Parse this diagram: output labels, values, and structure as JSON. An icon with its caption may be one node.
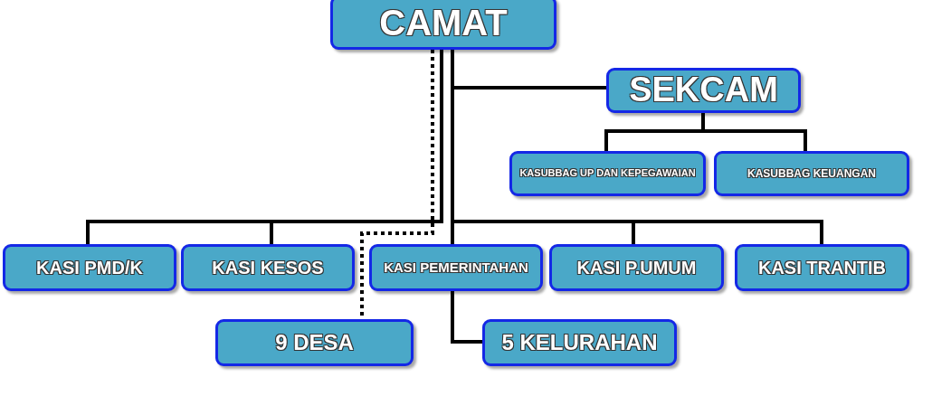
{
  "diagram": {
    "nodes": [
      {
        "text": [
          "CAMAT"
        ]
      },
      {
        "text": [
          "SEKCAM"
        ]
      },
      {
        "text": [
          "KASUBBAG UP DAN KEPEGAWAIAN"
        ]
      },
      {
        "text": [
          "KASUBBAG KEUANGAN"
        ]
      },
      {
        "text": [
          "KASI PMD/K"
        ]
      },
      {
        "text": [
          "KASI KESOS"
        ]
      },
      {
        "text": [
          "KASI PEMERINTAHAN"
        ]
      },
      {
        "text": [
          "KASI P.UMUM"
        ]
      },
      {
        "text": [
          "KASI TRANTIB"
        ]
      },
      {
        "text": [
          "9 DESA"
        ]
      },
      {
        "text": [
          "5 KELURAHAN"
        ]
      }
    ],
    "edges": [
      {
        "from": 0,
        "to": 1,
        "arrow": "none"
      },
      {
        "from": 1,
        "to": 2,
        "arrow": "none"
      },
      {
        "from": 1,
        "to": 3,
        "arrow": "none"
      },
      {
        "from": 0,
        "to": 4,
        "arrow": "none"
      },
      {
        "from": 0,
        "to": 5,
        "arrow": "none"
      },
      {
        "from": 0,
        "to": 6,
        "arrow": "none"
      },
      {
        "from": 0,
        "to": 7,
        "arrow": "none"
      },
      {
        "from": 0,
        "to": 8,
        "arrow": "none"
      },
      {
        "from": 6,
        "to": 10,
        "arrow": "none"
      },
      {
        "from": 0,
        "to": 9,
        "arrow": "none",
        "style": "dashed"
      }
    ]
  }
}
